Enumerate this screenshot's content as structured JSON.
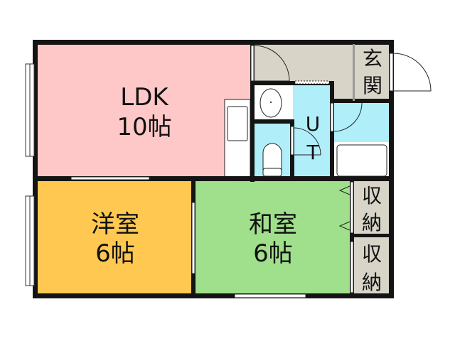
{
  "rooms": {
    "ldk": {
      "name": "LDK",
      "size": "10帖",
      "color": "#FFC8C8"
    },
    "western": {
      "name": "洋室",
      "size": "6帖",
      "color": "#FFC850"
    },
    "japanese": {
      "name": "和室",
      "size": "6帖",
      "color": "#A0E08C"
    },
    "entrance": {
      "name_top": "玄",
      "name_bottom": "関",
      "color": "#D8D4C8"
    },
    "utility": {
      "name_top": "U",
      "name_bottom": "T",
      "color": "#B0EEFA"
    },
    "storage1": {
      "top": "収",
      "bottom": "納"
    },
    "storage2": {
      "top": "収",
      "bottom": "納"
    }
  },
  "colors": {
    "wall": "#141414",
    "storage": "#D8D4C8",
    "bath": "#B0EEFA"
  }
}
